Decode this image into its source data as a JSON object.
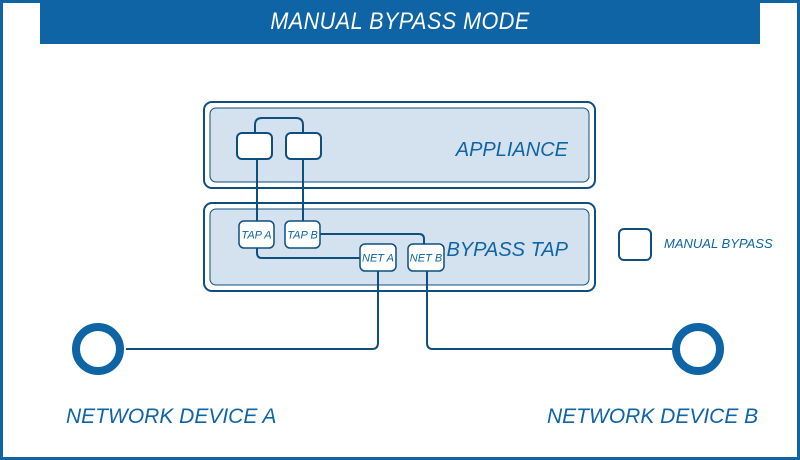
{
  "title": "MANUAL BYPASS MODE",
  "appliance": {
    "label": "APPLIANCE"
  },
  "bypass_tap": {
    "label": "BYPASS TAP",
    "ports": {
      "tap_a": "TAP A",
      "tap_b": "TAP B",
      "net_a": "NET A",
      "net_b": "NET B"
    }
  },
  "legend": {
    "manual_bypass_label": "MANUAL BYPASS"
  },
  "devices": {
    "a": "NETWORK DEVICE A",
    "b": "NETWORK DEVICE B"
  },
  "colors": {
    "primary": "#0e64a4",
    "panel_fill": "#d3e2ee",
    "line": "#0e4f7f"
  }
}
